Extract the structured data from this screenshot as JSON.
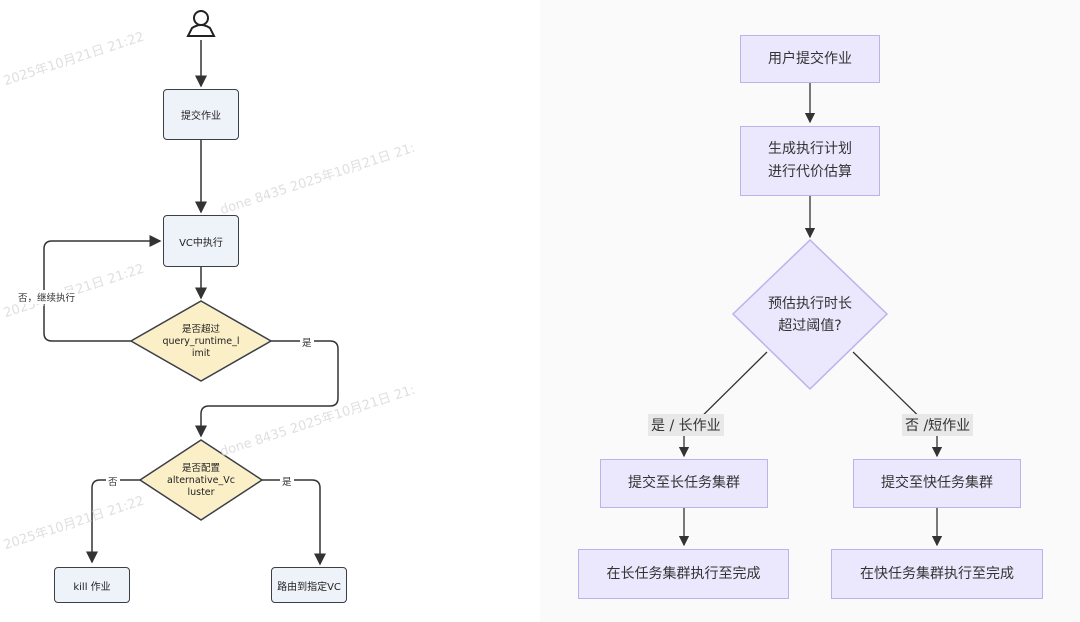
{
  "left": {
    "nodes": {
      "submit": "提交作业",
      "exec": "VC中执行",
      "check1": [
        "是否超过",
        "query_runtime_l",
        "imit"
      ],
      "check2": [
        "是否配置",
        "alternative_Vc",
        "luster"
      ],
      "kill": "kill 作业",
      "route": "路由到指定VC"
    },
    "edges": {
      "no_continue": "否，继续执行",
      "yes1": "是",
      "no2": "否",
      "yes2": "是"
    },
    "watermarks": [
      "2025年10月21日 21:22",
      "done 8435 2025年10月21日 21:",
      "2025年10月21日 21:22",
      "done 8435 2025年10月21日 21:",
      "2025年10月21日 21:22"
    ],
    "icon": "user-icon"
  },
  "right": {
    "nodes": {
      "submit": "用户提交作业",
      "plan": [
        "生成执行计划",
        "进行代价估算"
      ],
      "decision": [
        "预估执行时长",
        "超过阈值?"
      ],
      "long_submit": "提交至长任务集群",
      "fast_submit": "提交至快任务集群",
      "long_done": "在长任务集群执行至完成",
      "fast_done": "在快任务集群执行至完成"
    },
    "edges": {
      "yes": "是 / 长作业",
      "no": "否 /短作业"
    }
  }
}
